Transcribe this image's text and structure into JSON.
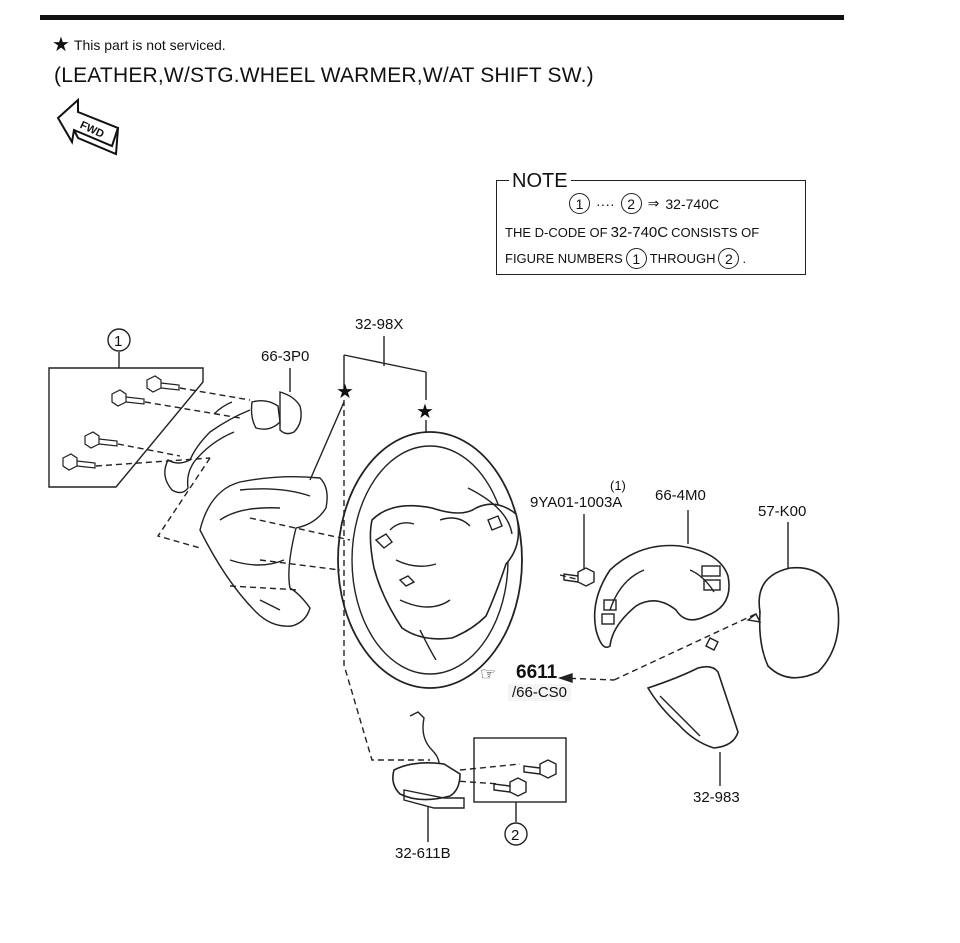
{
  "header": {
    "star_glyph": "★",
    "not_serviced_text": "This part is not serviced.",
    "variant_title": "(LEATHER,W/STG.WHEEL WARMER,W/AT SHIFT SW.)",
    "fwd_label": "FWD"
  },
  "note": {
    "title": "NOTE",
    "fig_start": "1",
    "ellipsis": "····",
    "fig_end": "2",
    "arrow": "⇒",
    "dcode": "32-740C",
    "line2_prefix": "THE D-CODE OF",
    "line2_code": "32-740C",
    "line2_suffix": "CONSISTS OF",
    "line3_prefix": "FIGURE NUMBERS",
    "line3_mid": "THROUGH",
    "line3_end": "."
  },
  "parts": {
    "fig1": "1",
    "fig2": "2",
    "p_66_3p0": "66-3P0",
    "p_32_98x": "32-98X",
    "p_9ya01_qty": "(1)",
    "p_9ya01": "9YA01-1003A",
    "p_66_4m0": "66-4M0",
    "p_57_k00": "57-K00",
    "p_32_983": "32-983",
    "p_32_611b": "32-611B",
    "ref_code": "6611",
    "ref_sub": "/66-CS0",
    "ref_icon": "☞"
  }
}
